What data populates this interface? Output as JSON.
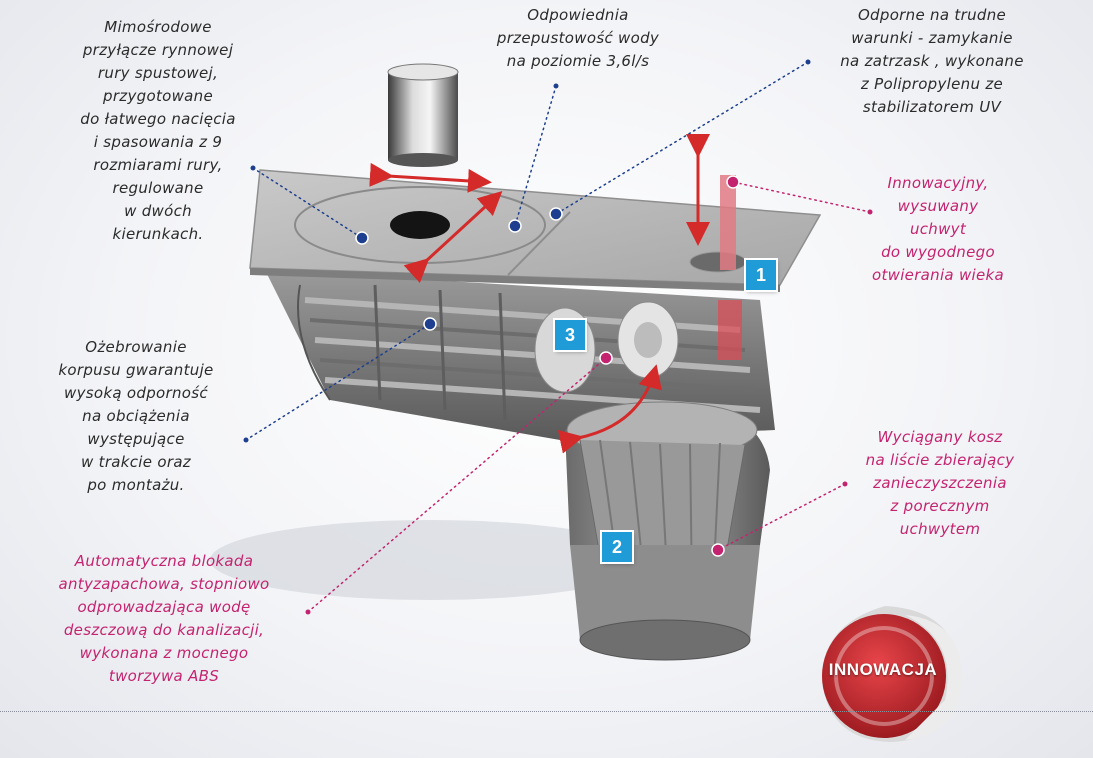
{
  "callouts": {
    "eccentric_connector": "Mimośrodowe\nprzyłącze rynnowej\nrury spustowej,\nprzygotowane\ndo łatwego nacięcia\ni spasowania z 9\nrozmiarami rury,\nregulowane\nw dwóch\nkierunkach.",
    "flow_rate": "Odpowiednia\nprzepustowość wody\nna poziomie 3,6l/s",
    "durability": "Odporne na trudne\nwarunki - zamykanie\nna zatrzask , wykonane\nz Polipropylenu ze\nstabilizatorem UV",
    "ribbing": "Ożebrowanie\nkorpusu gwarantuje\nwysoką odporność\nna obciążenia\nwystępujące\nw trakcie oraz\npo montażu.",
    "handle": "Innowacyjny,\nwysuwany\nuchwyt\ndo wygodnego\notwierania wieka",
    "basket": "Wyciągany kosz\nna liście zbierający\nzanieczyszczenia\nz porecznym\nuchwytem",
    "antiodor": "Automatyczna blokada\nantyzapachowa, stopniowo\nodprowadzająca wodę\ndeszczową do kanalizacji,\nwykonana z mocnego\ntworzywa ABS"
  },
  "badges": {
    "b1": "1",
    "b2": "2",
    "b3": "3"
  },
  "seal": {
    "text": "INNOWACJA"
  },
  "colors": {
    "text": "#2b2b2b",
    "highlight": "#c4236f",
    "badge": "#1f9bd8",
    "arrow": "#d42a2a",
    "seal": "#c0282d",
    "marker_blue": "#1e3f8f",
    "marker_pink": "#c4236f"
  }
}
